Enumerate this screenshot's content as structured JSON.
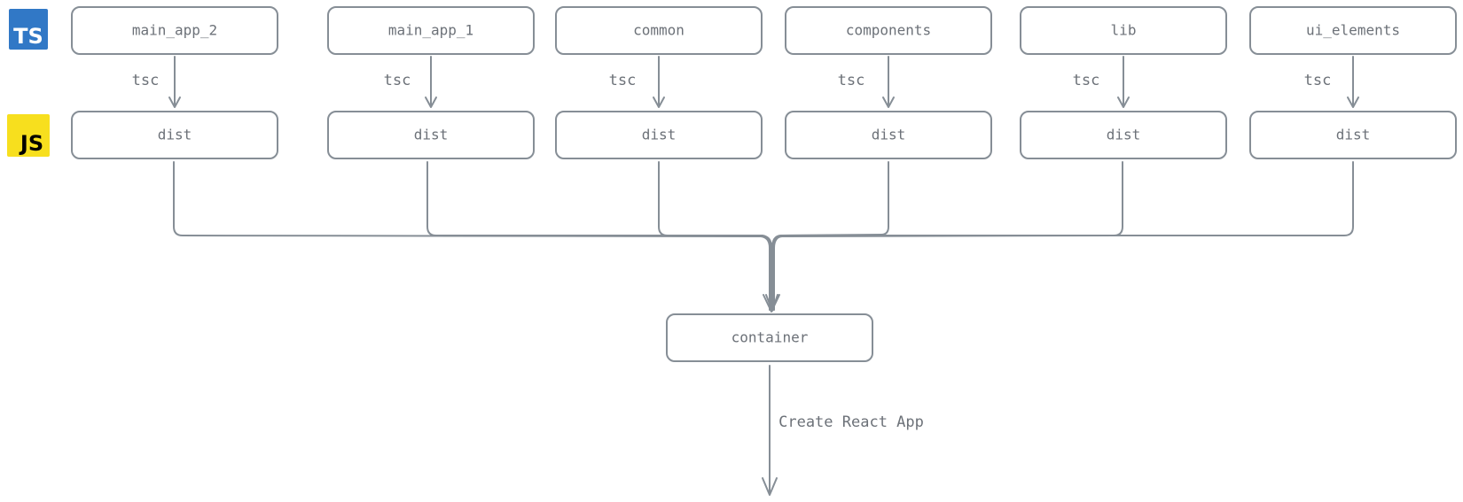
{
  "logos": {
    "ts": {
      "text": "TS",
      "bg": "#3178c6",
      "fg": "#ffffff"
    },
    "js": {
      "text": "JS",
      "bg": "#f7df1e",
      "fg": "#000000"
    }
  },
  "colors": {
    "stroke": "#868e96",
    "text": "#6c7178"
  },
  "packages": [
    {
      "source": "main_app_2",
      "build_tool": "tsc",
      "output": "dist"
    },
    {
      "source": "main_app_1",
      "build_tool": "tsc",
      "output": "dist"
    },
    {
      "source": "common",
      "build_tool": "tsc",
      "output": "dist"
    },
    {
      "source": "components",
      "build_tool": "tsc",
      "output": "dist"
    },
    {
      "source": "lib",
      "build_tool": "tsc",
      "output": "dist"
    },
    {
      "source": "ui_elements",
      "build_tool": "tsc",
      "output": "dist"
    }
  ],
  "container": {
    "label": "container"
  },
  "final_step": {
    "label": "Create React App"
  }
}
